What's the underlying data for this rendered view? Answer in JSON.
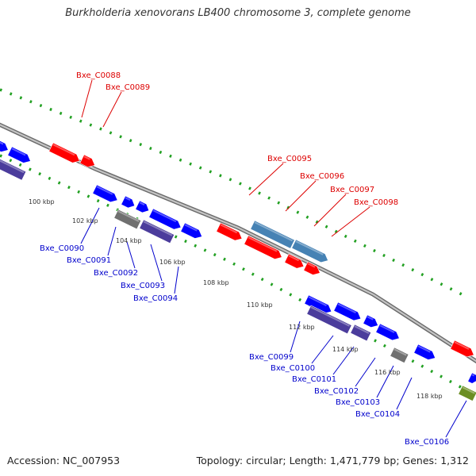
{
  "title": "Burkholderia xenovorans LB400 chromosome 3, complete genome",
  "footer": {
    "accession": "Accession: NC_007953",
    "topology": "Topology: circular; Length: 1,471,779 bp; Genes: 1,312"
  },
  "colors": {
    "backbone": "#8c8c8c",
    "dotted_ring": "#22a022",
    "label_red": "#dd0000",
    "label_blue": "#0000cc",
    "ruler_text": "#333333",
    "gene_red": "#ff0000",
    "gene_blue": "#0000ff",
    "gene_purple": "#4b3c9c",
    "gene_gray": "#707070",
    "gene_steelblue": "#4682b4",
    "gene_olive": "#6b8e23"
  },
  "ruler": [
    "100 kbp",
    "102 kbp",
    "104 kbp",
    "106 kbp",
    "108 kbp",
    "110 kbp",
    "112 kbp",
    "114 kbp",
    "116 kbp",
    "118 kbp"
  ],
  "gene_labels": {
    "top": [
      "Bxe_C0088",
      "Bxe_C0089",
      "Bxe_C0095",
      "Bxe_C0096",
      "Bxe_C0097",
      "Bxe_C0098"
    ],
    "bottom": [
      "Bxe_C0090",
      "Bxe_C0091",
      "Bxe_C0092",
      "Bxe_C0093",
      "Bxe_C0094",
      "Bxe_C0099",
      "Bxe_C0100",
      "Bxe_C0101",
      "Bxe_C0102",
      "Bxe_C0103",
      "Bxe_C0104",
      "Bxe_C0106"
    ]
  }
}
